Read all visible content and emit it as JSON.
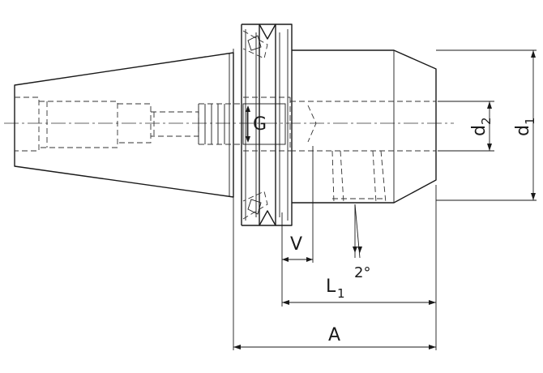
{
  "labels": {
    "g": "G",
    "v": "V",
    "angle": "2°",
    "l1_main": "L",
    "l1_sub": "1",
    "a": "A",
    "d2_main": "d",
    "d2_sub": "2",
    "d1_main": "d",
    "d1_sub": "1"
  },
  "colors": {
    "line": "#1a1a1a",
    "background": "#ffffff"
  }
}
